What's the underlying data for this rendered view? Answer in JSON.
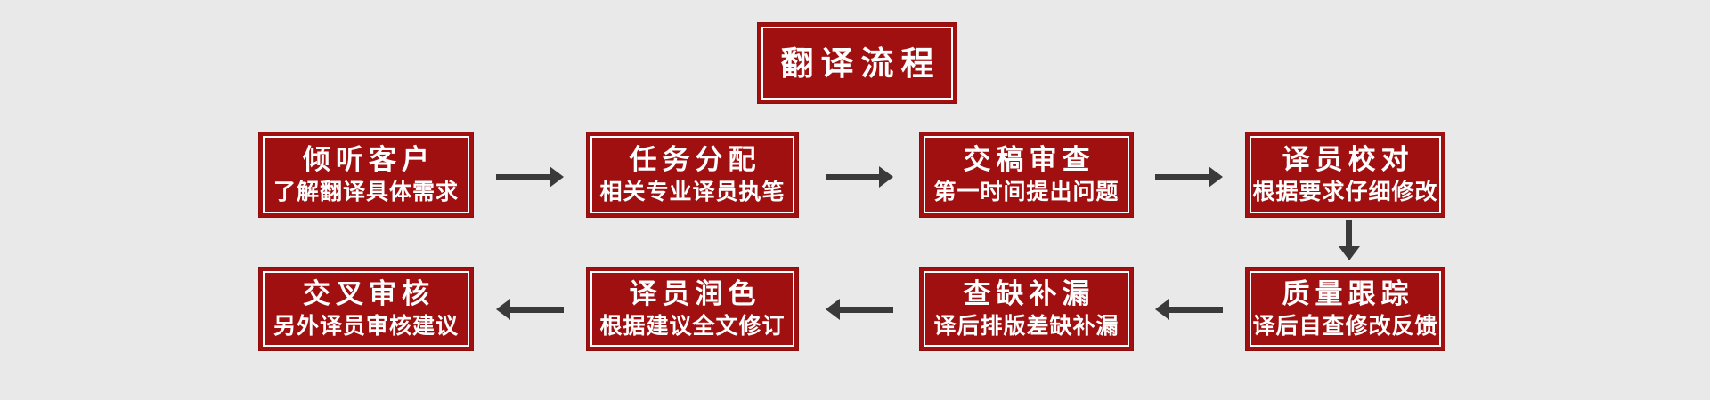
{
  "colors": {
    "page_bg": "#e9e9e9",
    "box_red": "#a01011",
    "box_border_red": "#8e0d0d",
    "inner_line_white": "#ffffff",
    "text_white": "#ffffff",
    "arrow_gray": "#3a3a3a"
  },
  "title": {
    "label": "翻译流程"
  },
  "flow": {
    "row1": [
      {
        "title": "倾听客户",
        "subtitle": "了解翻译具体需求"
      },
      {
        "title": "任务分配",
        "subtitle": "相关专业译员执笔"
      },
      {
        "title": "交稿审查",
        "subtitle": "第一时间提出问题"
      },
      {
        "title": "译员校对",
        "subtitle": "根据要求仔细修改"
      }
    ],
    "row1_arrow_direction": "right",
    "connector_direction": "down",
    "row2": [
      {
        "title": "交叉审核",
        "subtitle": "另外译员审核建议"
      },
      {
        "title": "译员润色",
        "subtitle": "根据建议全文修订"
      },
      {
        "title": "查缺补漏",
        "subtitle": "译后排版差缺补漏"
      },
      {
        "title": "质量跟踪",
        "subtitle": "译后自查修改反馈"
      }
    ],
    "row2_arrow_direction": "left"
  }
}
